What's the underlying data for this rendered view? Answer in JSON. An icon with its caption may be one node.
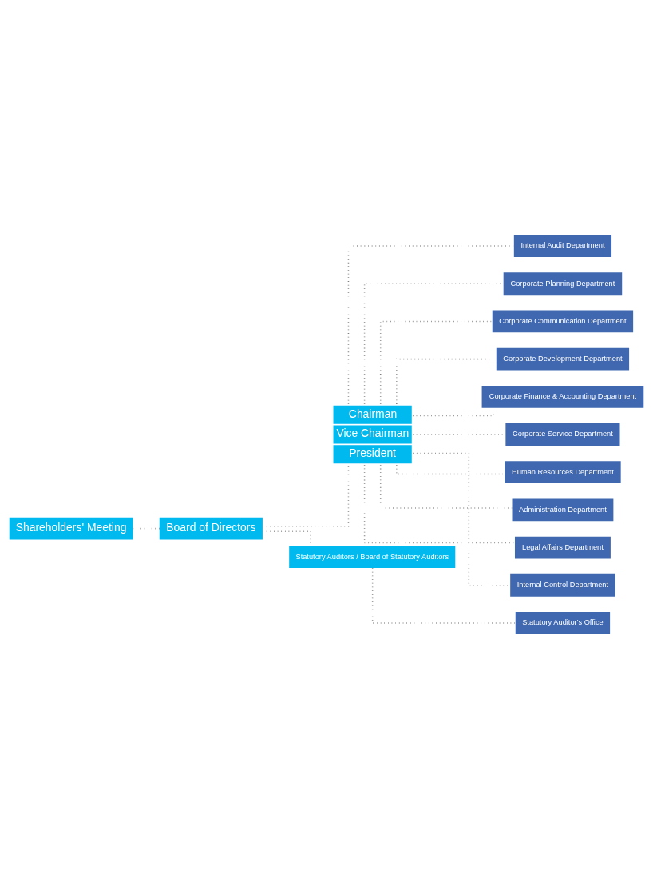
{
  "diagram": {
    "nodes": [
      {
        "text": [
          "Shareholders' Meeting"
        ]
      },
      {
        "text": [
          "Board of Directors"
        ]
      },
      {
        "text": [
          "Chairman",
          "Vice Chairman",
          "President"
        ]
      },
      {
        "text": [
          "Statutory Auditors / Board of Statutory Auditors"
        ]
      },
      {
        "text": [
          "Internal Audit Department"
        ]
      },
      {
        "text": [
          "Corporate Planning Department"
        ]
      },
      {
        "text": [
          "Corporate Communication Department"
        ]
      },
      {
        "text": [
          "Corporate Development Department"
        ]
      },
      {
        "text": [
          "Corporate Finance & Accounting Department"
        ]
      },
      {
        "text": [
          "Corporate Service Department"
        ]
      },
      {
        "text": [
          "Human Resources Department"
        ]
      },
      {
        "text": [
          "Administration Department"
        ]
      },
      {
        "text": [
          "Legal Affairs Department"
        ]
      },
      {
        "text": [
          "Internal Control Department"
        ]
      },
      {
        "text": [
          "Statutory Auditor's Office"
        ]
      }
    ],
    "edges": [
      {
        "from": 0,
        "to": 1,
        "arrow": "none"
      },
      {
        "from": 1,
        "to": 2,
        "arrow": "none"
      },
      {
        "from": 1,
        "to": 3,
        "arrow": "none"
      },
      {
        "from": 2,
        "to": 4,
        "arrow": "none"
      },
      {
        "from": 2,
        "to": 5,
        "arrow": "none"
      },
      {
        "from": 2,
        "to": 6,
        "arrow": "none"
      },
      {
        "from": 2,
        "to": 7,
        "arrow": "none"
      },
      {
        "from": 2,
        "to": 8,
        "arrow": "none"
      },
      {
        "from": 2,
        "to": 9,
        "arrow": "none"
      },
      {
        "from": 2,
        "to": 10,
        "arrow": "none"
      },
      {
        "from": 2,
        "to": 11,
        "arrow": "none"
      },
      {
        "from": 2,
        "to": 12,
        "arrow": "none"
      },
      {
        "from": 2,
        "to": 13,
        "arrow": "none"
      },
      {
        "from": 3,
        "to": 14,
        "arrow": "none"
      }
    ]
  }
}
